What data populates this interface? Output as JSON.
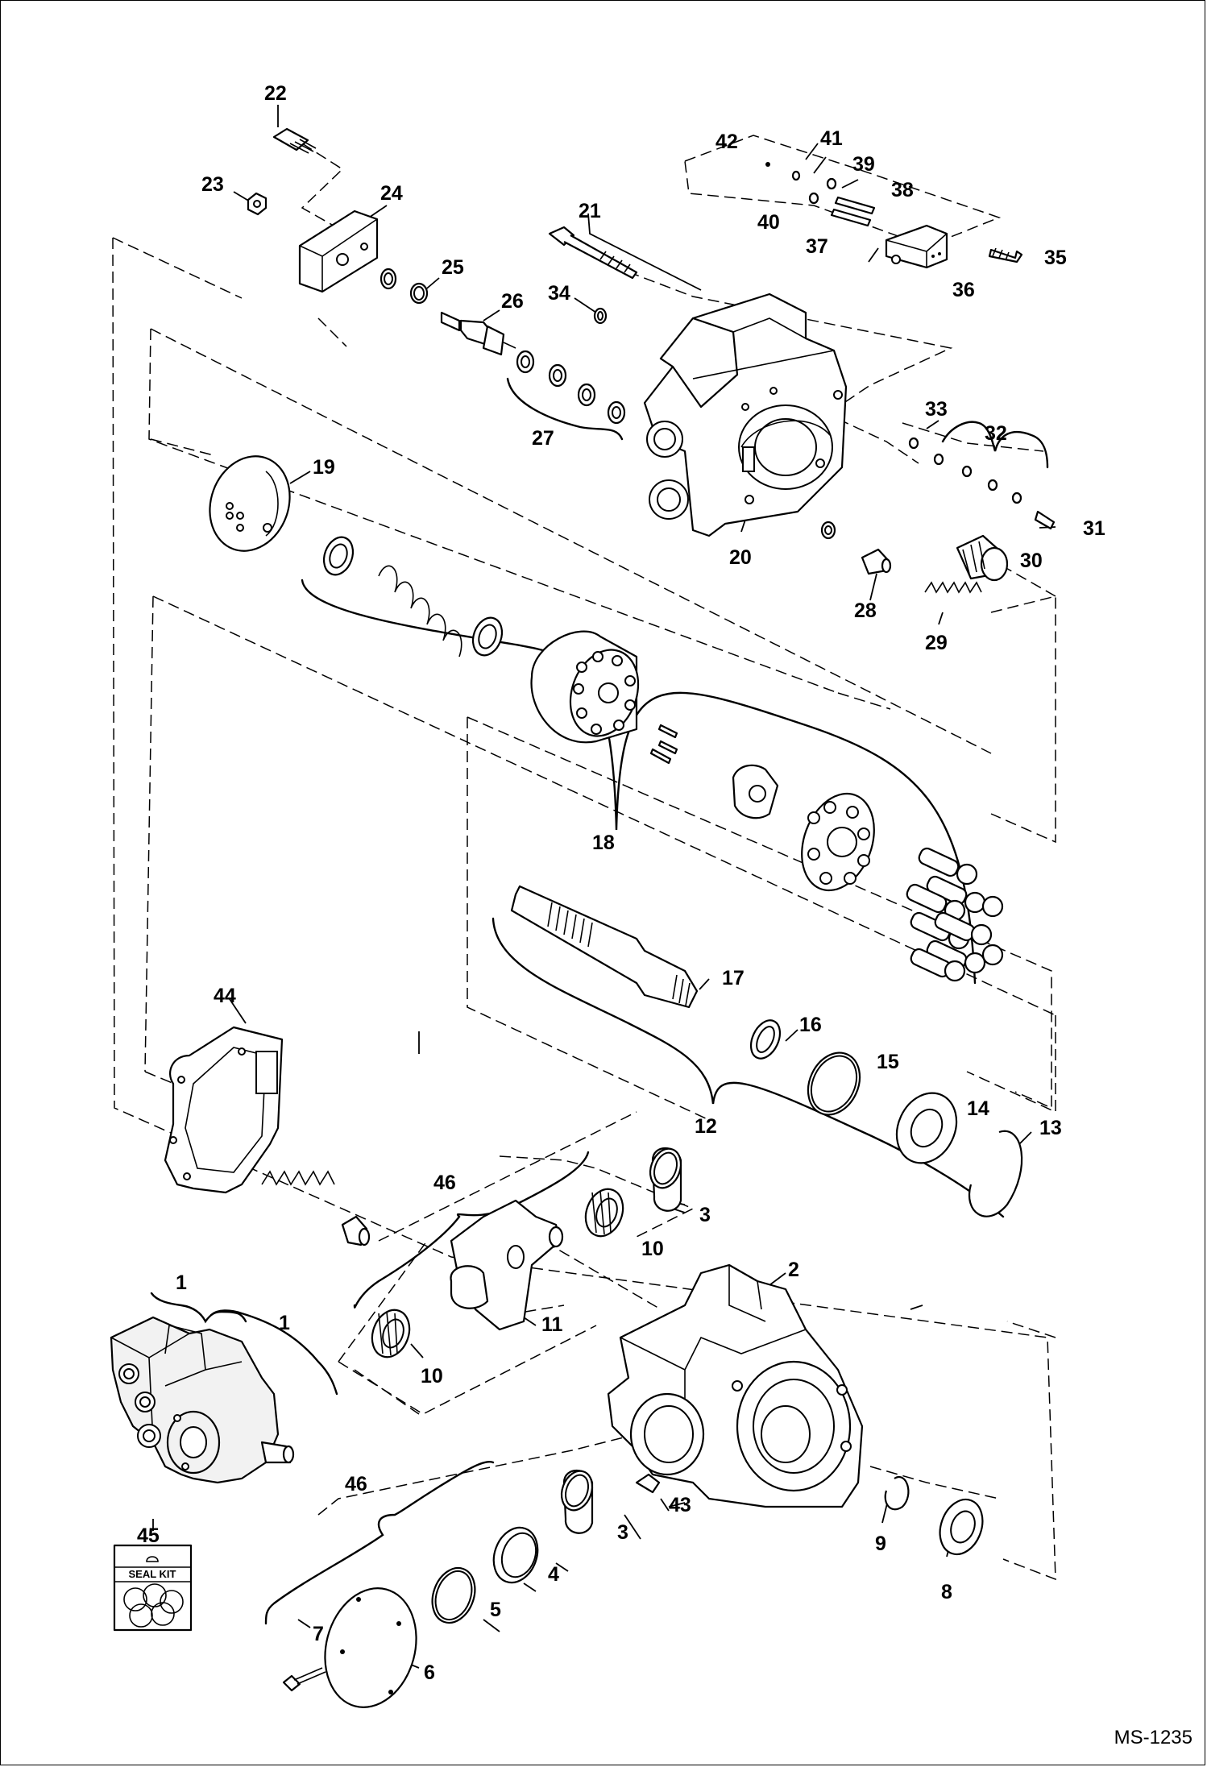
{
  "drawing_number": "MS-1235",
  "seal_kit_label": "SEAL KIT",
  "callouts": {
    "c1a": "1",
    "c1b": "1",
    "c2": "2",
    "c3a": "3",
    "c3b": "3",
    "c4": "4",
    "c5": "5",
    "c6": "6",
    "c7": "7",
    "c8": "8",
    "c9": "9",
    "c10a": "10",
    "c10b": "10",
    "c11": "11",
    "c12": "12",
    "c13": "13",
    "c14": "14",
    "c15": "15",
    "c16": "16",
    "c17": "17",
    "c18": "18",
    "c19": "19",
    "c20": "20",
    "c21": "21",
    "c22": "22",
    "c23": "23",
    "c24": "24",
    "c25": "25",
    "c26": "26",
    "c27": "27",
    "c28": "28",
    "c29": "29",
    "c30": "30",
    "c31": "31",
    "c32": "32",
    "c33": "33",
    "c34": "34",
    "c35": "35",
    "c36": "36",
    "c37": "37",
    "c38": "38",
    "c39": "39",
    "c40": "40",
    "c41": "41",
    "c42": "42",
    "c43": "43",
    "c44": "44",
    "c45": "45",
    "c46a": "46",
    "c46b": "46"
  }
}
